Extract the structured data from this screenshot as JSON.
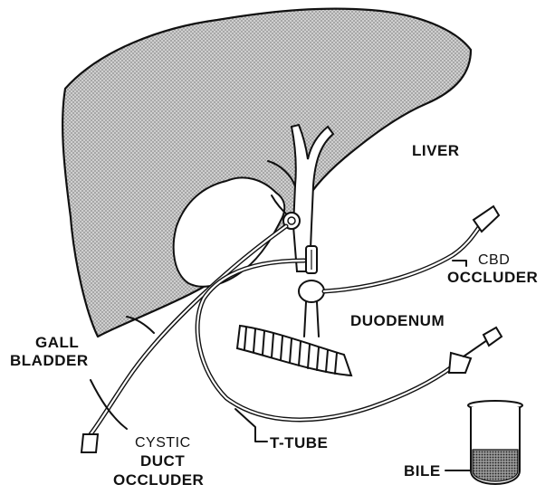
{
  "labels": {
    "liver": "LIVER",
    "cbd_line1": "CBD",
    "cbd_line2": "OCCLUDER",
    "duodenum": "DUODENUM",
    "gall_line1": "GALL",
    "gall_line2": "BLADDER",
    "cystic_line1": "CYSTIC",
    "cystic_line2": "DUCT",
    "cystic_line3": "OCCLUDER",
    "t_tube": "T-TUBE",
    "bile": "BILE"
  },
  "colors": {
    "ink": "#111111",
    "liver_fill": "#bdbdbd",
    "bile_fill": "#6f6f6f"
  }
}
